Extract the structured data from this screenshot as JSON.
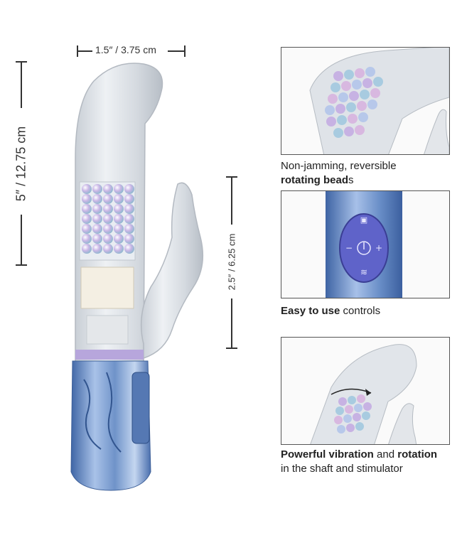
{
  "dimensions": {
    "width": "1.5″ / 3.75 cm",
    "length": "5″ / 12.75 cm",
    "stimulator": "2.5″ / 6.25 cm"
  },
  "features": [
    {
      "bold": "",
      "text": "Non-jamming, reversible",
      "bold2": "rotating bead",
      "text2": "s"
    },
    {
      "bold": "Easy to use",
      "text": " controls"
    },
    {
      "bold": "Powerful vibration",
      "text": " and ",
      "bold2": "rotation",
      "line2": "in the shaft and stimulator"
    }
  ],
  "colors": {
    "clear_body": "#d8dde3",
    "metal_blue": "#6f93c9",
    "control_purple": "#5f63c9",
    "beads": [
      "#b9c7e8",
      "#d6b3e6",
      "#9fd4d8",
      "#e7c3d6"
    ]
  }
}
